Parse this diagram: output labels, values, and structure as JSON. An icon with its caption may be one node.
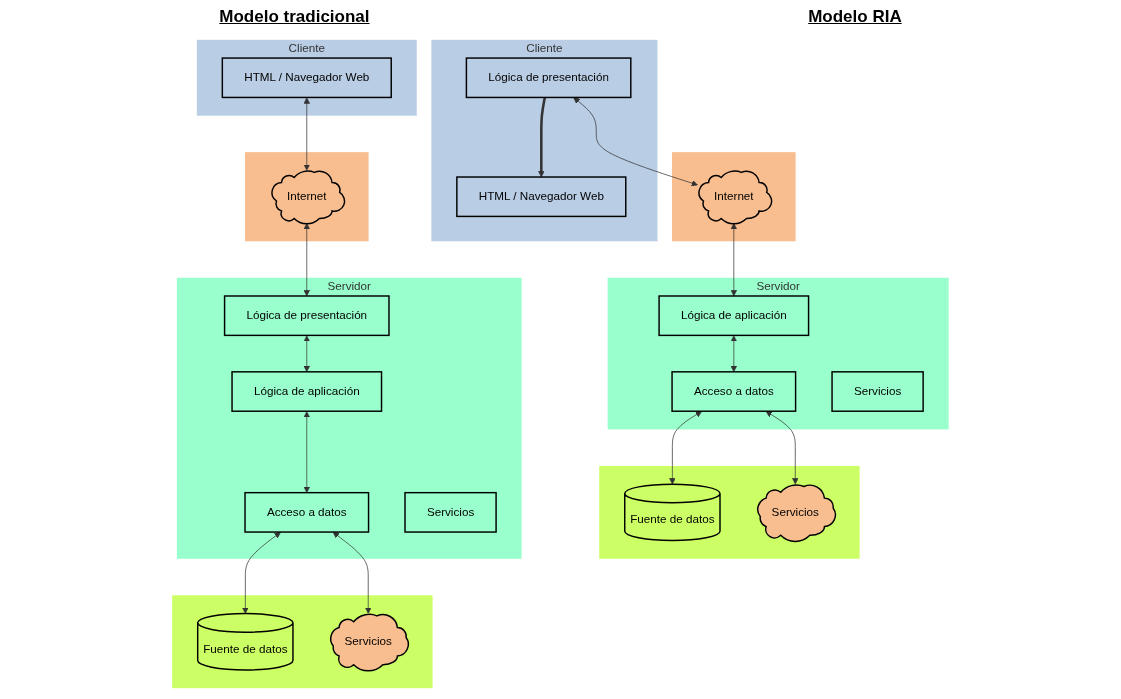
{
  "diagram": {
    "nodes": [
      {
        "text": [
          "Cliente"
        ]
      },
      {
        "text": [
          "HTML / Navegador Web"
        ],
        "in": 0
      },
      {
        "text": [],
        "shape": "box"
      },
      {
        "text": [
          "Internet"
        ],
        "in": 2
      },
      {
        "text": [
          "Servidor"
        ]
      },
      {
        "text": [
          "Lógica de presentación"
        ],
        "in": 4
      },
      {
        "text": [
          "Lógica de aplicación"
        ],
        "in": 4
      },
      {
        "text": [
          "Acceso a datos"
        ],
        "in": 4
      },
      {
        "text": [
          "Servicios"
        ],
        "in": 4
      },
      {
        "text": [],
        "shape": "box"
      },
      {
        "text": [
          "Fuente de datos"
        ],
        "in": 9
      },
      {
        "text": [
          "Servicios"
        ],
        "in": 9
      },
      {
        "text": [
          "Cliente"
        ]
      },
      {
        "text": [
          "HTML / Navegador Web"
        ],
        "in": 12
      },
      {
        "text": [
          "Lógica de presentación"
        ],
        "in": 12
      },
      {
        "text": [],
        "shape": "box"
      },
      {
        "text": [
          "Internet"
        ],
        "in": 15
      },
      {
        "text": [
          "Servidor"
        ]
      },
      {
        "text": [
          "Lógica de aplicación"
        ],
        "in": 17
      },
      {
        "text": [
          "Acceso a datos"
        ],
        "in": 17
      },
      {
        "text": [
          "Servicios"
        ],
        "in": 17
      },
      {
        "text": [],
        "shape": "box"
      },
      {
        "text": [
          "Fuente de datos"
        ],
        "in": 21
      },
      {
        "text": [
          "Servicios"
        ],
        "in": 21
      }
    ],
    "edges": [
      {
        "from": 1,
        "to": 3,
        "arrow": "both"
      },
      {
        "from": 3,
        "to": 5,
        "arrow": "both"
      },
      {
        "from": 5,
        "to": 6,
        "arrow": "both"
      },
      {
        "from": 6,
        "to": 7,
        "arrow": "both"
      },
      {
        "from": 7,
        "to": 10,
        "arrow": "both"
      },
      {
        "from": 7,
        "to": 11,
        "arrow": "both"
      },
      {
        "from": 14,
        "to": 13,
        "arrow": "to",
        "style": "thick"
      },
      {
        "from": 14,
        "to": 16,
        "arrow": "both"
      },
      {
        "from": 16,
        "to": 18,
        "arrow": "both"
      },
      {
        "from": 18,
        "to": 19,
        "arrow": "both"
      },
      {
        "from": 19,
        "to": 22,
        "arrow": "both"
      },
      {
        "from": 19,
        "to": 23,
        "arrow": "both"
      }
    ],
    "labels": [
      "Modelo tradicional",
      "Modelo RIA"
    ]
  }
}
